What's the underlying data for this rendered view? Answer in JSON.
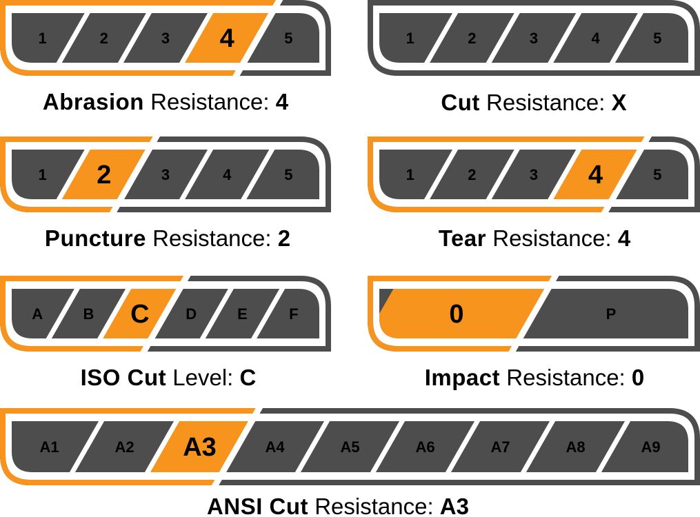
{
  "colors": {
    "accent": "#f7941d",
    "segment": "#4d4d4d",
    "frame": "#4d4d4d",
    "gap": "#ffffff"
  },
  "gauges": [
    {
      "id": "abrasion",
      "segments": [
        "1",
        "2",
        "3",
        "4",
        "5"
      ],
      "selected": 3,
      "caption_bold": "Abrasion",
      "caption_text": " Resistance: ",
      "caption_value": "4"
    },
    {
      "id": "cut",
      "segments": [
        "1",
        "2",
        "3",
        "4",
        "5"
      ],
      "selected": null,
      "caption_bold": "Cut",
      "caption_text": " Resistance: ",
      "caption_value": "X"
    },
    {
      "id": "puncture",
      "segments": [
        "1",
        "2",
        "3",
        "4",
        "5"
      ],
      "selected": 1,
      "caption_bold": "Puncture",
      "caption_text": " Resistance: ",
      "caption_value": "2"
    },
    {
      "id": "tear",
      "segments": [
        "1",
        "2",
        "3",
        "4",
        "5"
      ],
      "selected": 3,
      "caption_bold": "Tear",
      "caption_text": " Resistance: ",
      "caption_value": "4"
    },
    {
      "id": "iso-cut",
      "segments": [
        "A",
        "B",
        "C",
        "D",
        "E",
        "F"
      ],
      "selected": 2,
      "caption_bold": "ISO Cut",
      "caption_text": " Level: ",
      "caption_value": "C"
    },
    {
      "id": "impact",
      "segments": [
        "0",
        "P"
      ],
      "selected": 0,
      "caption_bold": "Impact",
      "caption_text": " Resistance: ",
      "caption_value": "0"
    },
    {
      "id": "ansi-cut",
      "segments": [
        "A1",
        "A2",
        "A3",
        "A4",
        "A5",
        "A6",
        "A7",
        "A8",
        "A9"
      ],
      "selected": 2,
      "caption_bold": "ANSI Cut",
      "caption_text": " Resistance: ",
      "caption_value": "A3"
    }
  ]
}
